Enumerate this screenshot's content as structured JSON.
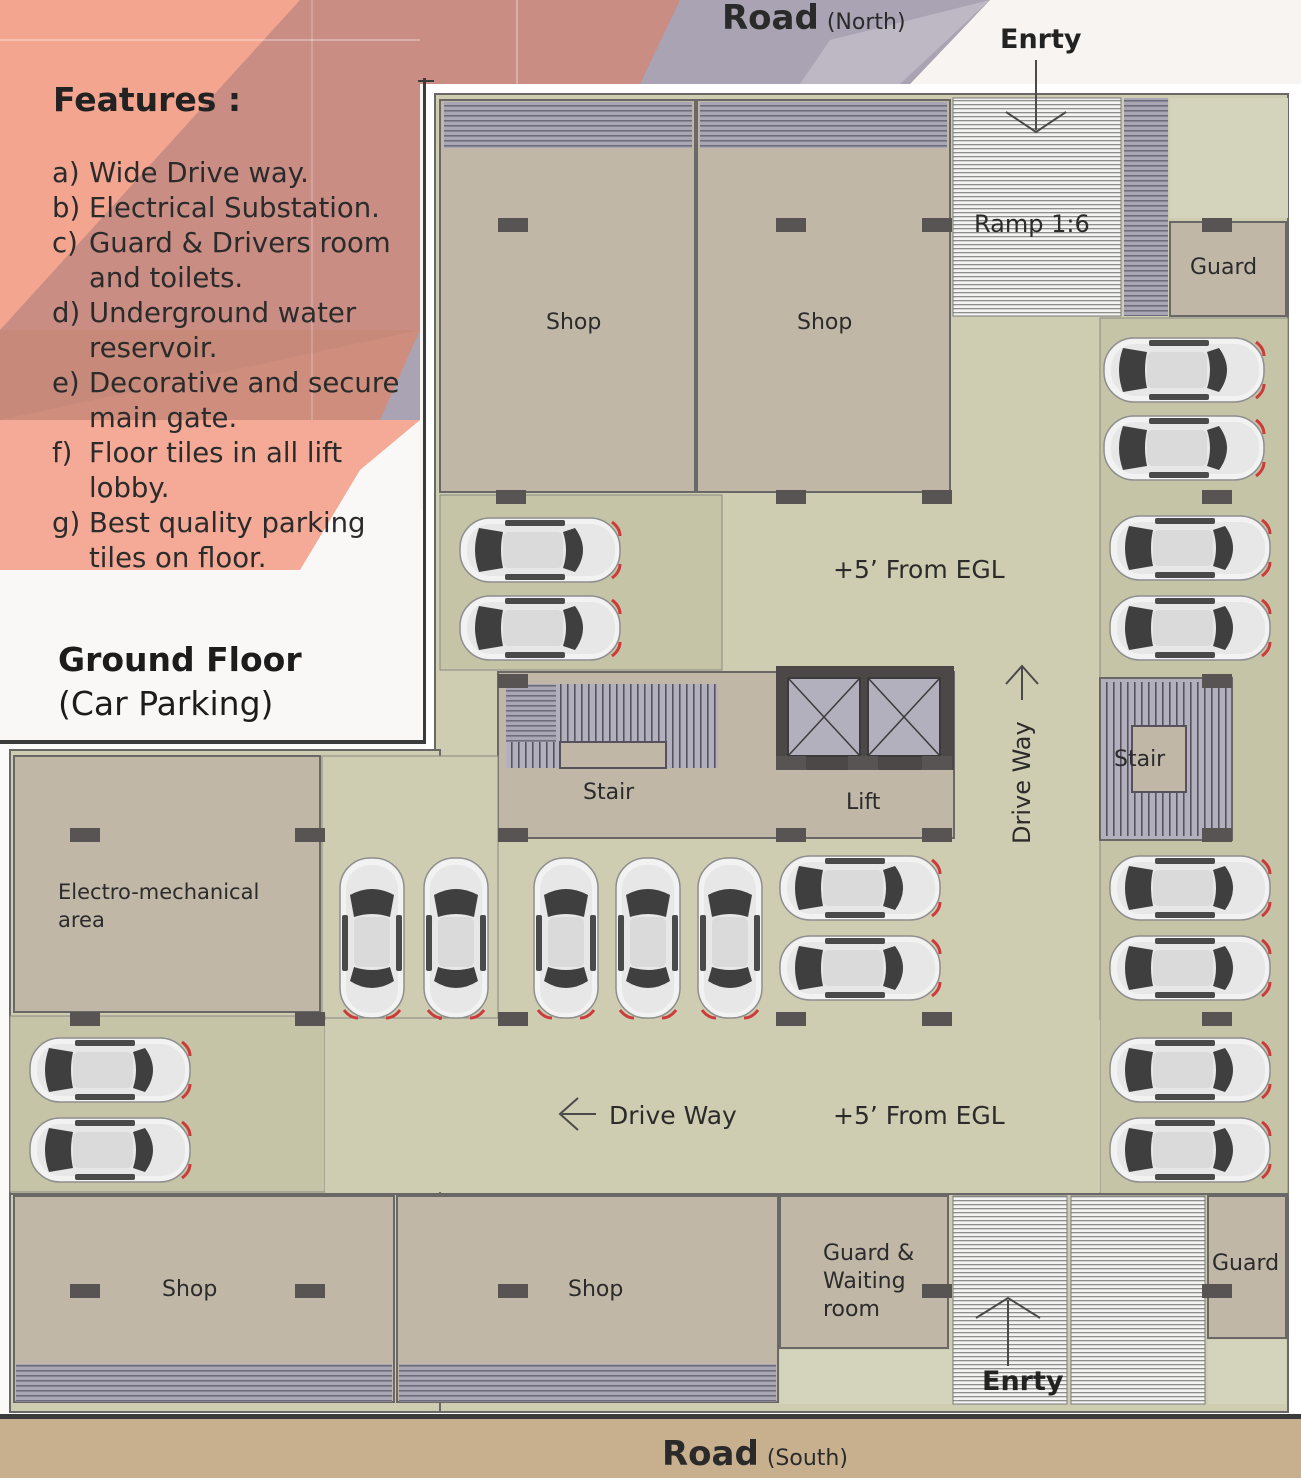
{
  "features": {
    "title": "Features :",
    "items": [
      {
        "marker": "a)",
        "text": "Wide Drive way."
      },
      {
        "marker": "b)",
        "text": "Electrical Substation."
      },
      {
        "marker": "c)",
        "text": "Guard & Drivers room and toilets."
      },
      {
        "marker": "d)",
        "text": "Underground water reservoir."
      },
      {
        "marker": "e)",
        "text": "Decorative and secure main gate."
      },
      {
        "marker": "f)",
        "text": "Floor tiles in all lift lobby."
      },
      {
        "marker": "g)",
        "text": "Best quality parking tiles on floor."
      }
    ]
  },
  "floor": {
    "title": "Ground Floor",
    "subtitle": "(Car Parking)"
  },
  "roads": {
    "north": {
      "name": "Road",
      "direction": "(North)"
    },
    "south": {
      "name": "Road",
      "direction": "(South)"
    }
  },
  "entries": {
    "top": "Enrty",
    "bottom": "Enrty"
  },
  "rooms": {
    "shop": "Shop",
    "guard": "Guard",
    "ramp": "Ramp 1:6",
    "stair": "Stair",
    "lift": "Lift",
    "electro": "Electro-mechanical area",
    "guard_waiting": "Guard & Waiting room"
  },
  "labels": {
    "level_upper": "+5’ From EGL",
    "level_lower": "+5’ From EGL",
    "driveway_vertical": "Drive Way",
    "driveway_horizontal": "Drive Way"
  },
  "colors": {
    "room_fill": "#c0b7a7",
    "floor_fill": "#cfcdb1",
    "wall": "#585453",
    "stair_fill": "#b3b0bd",
    "road_fill": "#c8b08f",
    "accent_salmon": "#f3a590",
    "accent_rose": "#c98d83",
    "accent_lavender": "#a9a3b3"
  }
}
